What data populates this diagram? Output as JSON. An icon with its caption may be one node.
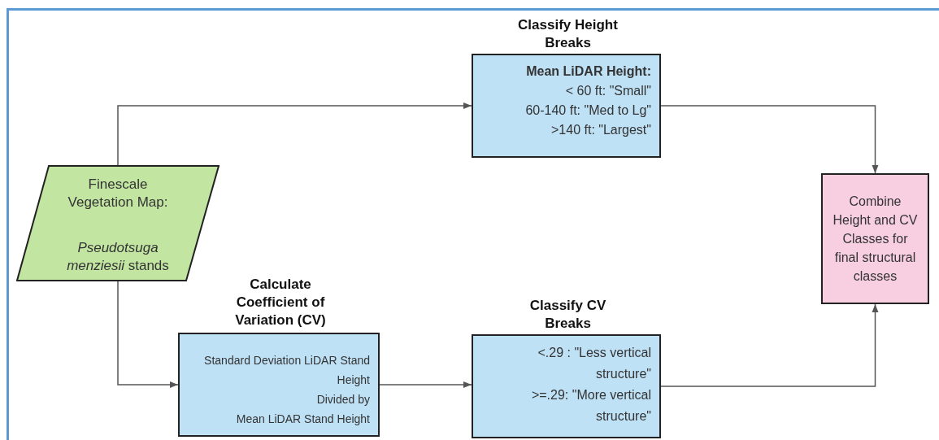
{
  "diagram": {
    "nodes": [
      {
        "text": [
          "Finescale Vegetation Map:",
          "*Pseudotsuga menziesii* stands"
        ]
      },
      {
        "text": [
          "Classify Height Breaks",
          "Mean LiDAR Height:",
          "< 60 ft: \"Small\"",
          "60-140 ft: \"Med to Lg\"",
          ">140 ft: \"Largest\""
        ]
      },
      {
        "text": [
          "Calculate Coefficient of Variation (CV)",
          "Standard Deviation LiDAR Stand Height",
          "Divided by",
          "Mean LiDAR Stand Height"
        ]
      },
      {
        "text": [
          "Classify CV Breaks",
          "<.29 : \"Less vertical structure\"",
          ">=.29: \"More vertical structure\""
        ]
      },
      {
        "text": [
          "Combine Height and CV Classes for final structural classes"
        ]
      }
    ],
    "edges": [
      {
        "from": 0,
        "to": 1,
        "arrow": "to"
      },
      {
        "from": 0,
        "to": 2,
        "arrow": "to"
      },
      {
        "from": 2,
        "to": 3,
        "arrow": "to"
      },
      {
        "from": 1,
        "to": 4,
        "arrow": "to"
      },
      {
        "from": 3,
        "to": 4,
        "arrow": "to"
      }
    ]
  }
}
